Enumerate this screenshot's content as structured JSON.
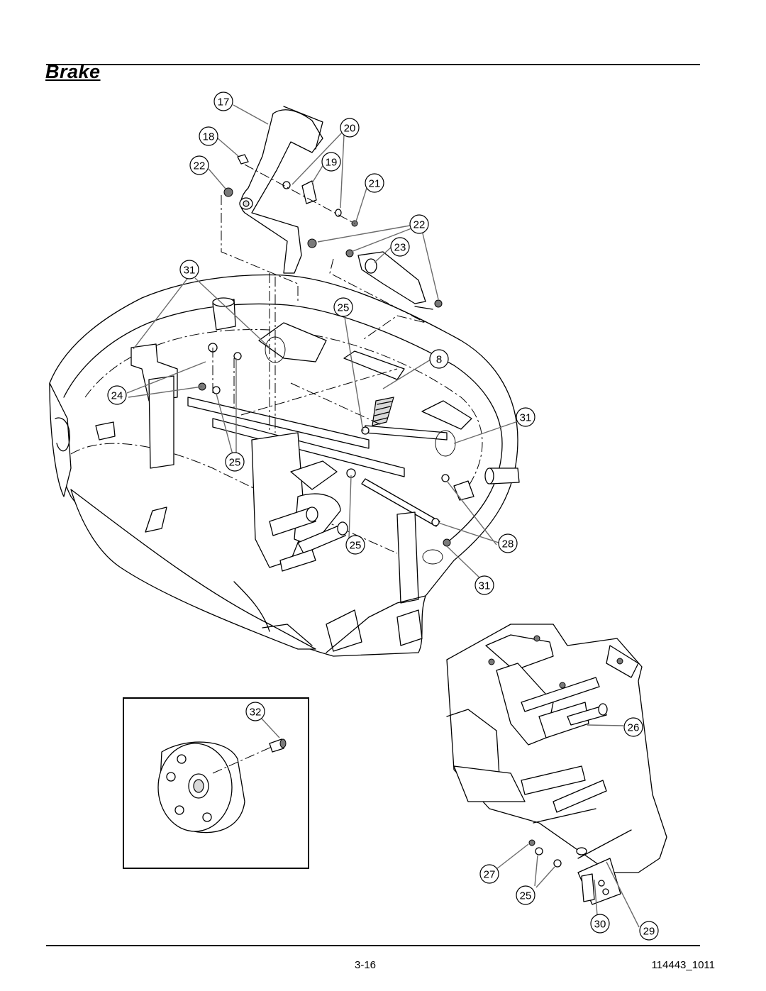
{
  "page": {
    "title": "Brake",
    "page_number": "3-16",
    "document_id": "114443_1011"
  },
  "callouts": {
    "c17": "17",
    "c18": "18",
    "c20": "20",
    "c22a": "22",
    "c19": "19",
    "c21": "21",
    "c22b": "22",
    "c23": "23",
    "c31a": "31",
    "c25a": "25",
    "c8": "8",
    "c24": "24",
    "c31b": "31",
    "c25b": "25",
    "c28": "28",
    "c25c": "25",
    "c31c": "31",
    "c32": "32",
    "c26": "26",
    "c27": "27",
    "c25d": "25",
    "c29": "29",
    "c30": "30"
  }
}
